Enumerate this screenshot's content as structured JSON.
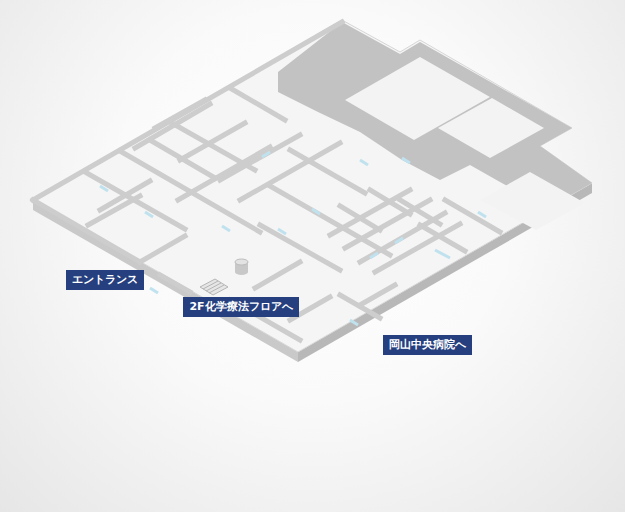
{
  "diagram": {
    "nodes": [
      {
        "text": [
          "エントランス"
        ]
      },
      {
        "text": [
          "2F化学療法フロアへ"
        ]
      },
      {
        "text": [
          "岡山中央病院へ"
        ]
      }
    ]
  }
}
